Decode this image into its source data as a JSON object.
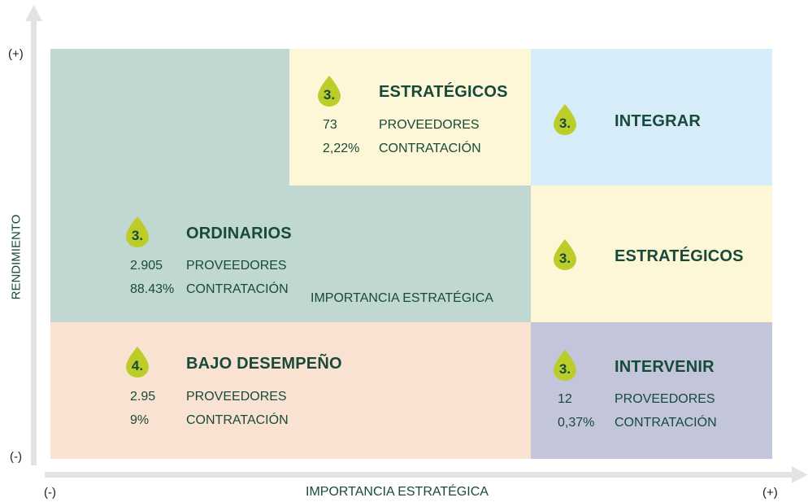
{
  "axes": {
    "y_label": "RENDIMIENTO",
    "y_top": "(+)",
    "y_bottom": "(-)",
    "x_label": "IMPORTANCIA ESTRATÉGICA",
    "x_left": "(-)",
    "x_right": "(+)"
  },
  "colors": {
    "green_region": "#c1d8d2",
    "yellow_region": "#fdf6d7",
    "blue_region": "#d6ecf9",
    "peach_region": "#fae2d2",
    "lavender_region": "#c3c6da",
    "text": "#174a3a",
    "drop": "#bccd2a",
    "axis": "#e3e3e3"
  },
  "quadrants": {
    "estrategicos_top": {
      "badge": "3.",
      "title": "ESTRATÉGICOS",
      "count": "73",
      "count_label": "PROVEEDORES",
      "share": "2,22%",
      "share_label": "CONTRATACIÓN"
    },
    "integrar": {
      "badge": "3.",
      "title": "INTEGRAR"
    },
    "ordinarios": {
      "badge": "3.",
      "title": "ORDINARIOS",
      "count": "2.905",
      "count_label": "PROVEEDORES",
      "share": "88.43%",
      "share_label": "CONTRATACIÓN",
      "note": "IMPORTANCIA ESTRATÉGICA"
    },
    "estrategicos_right": {
      "badge": "3.",
      "title": "ESTRATÉGICOS"
    },
    "bajo_desempeno": {
      "badge": "4.",
      "title": "BAJO DESEMPEÑO",
      "count": "2.95",
      "count_label": "PROVEEDORES",
      "share": "9%",
      "share_label": "CONTRATACIÓN"
    },
    "intervenir": {
      "badge": "3.",
      "title": "INTERVENIR",
      "count": "12",
      "count_label": "PROVEEDORES",
      "share": "0,37%",
      "share_label": "CONTRATACIÓN"
    }
  }
}
